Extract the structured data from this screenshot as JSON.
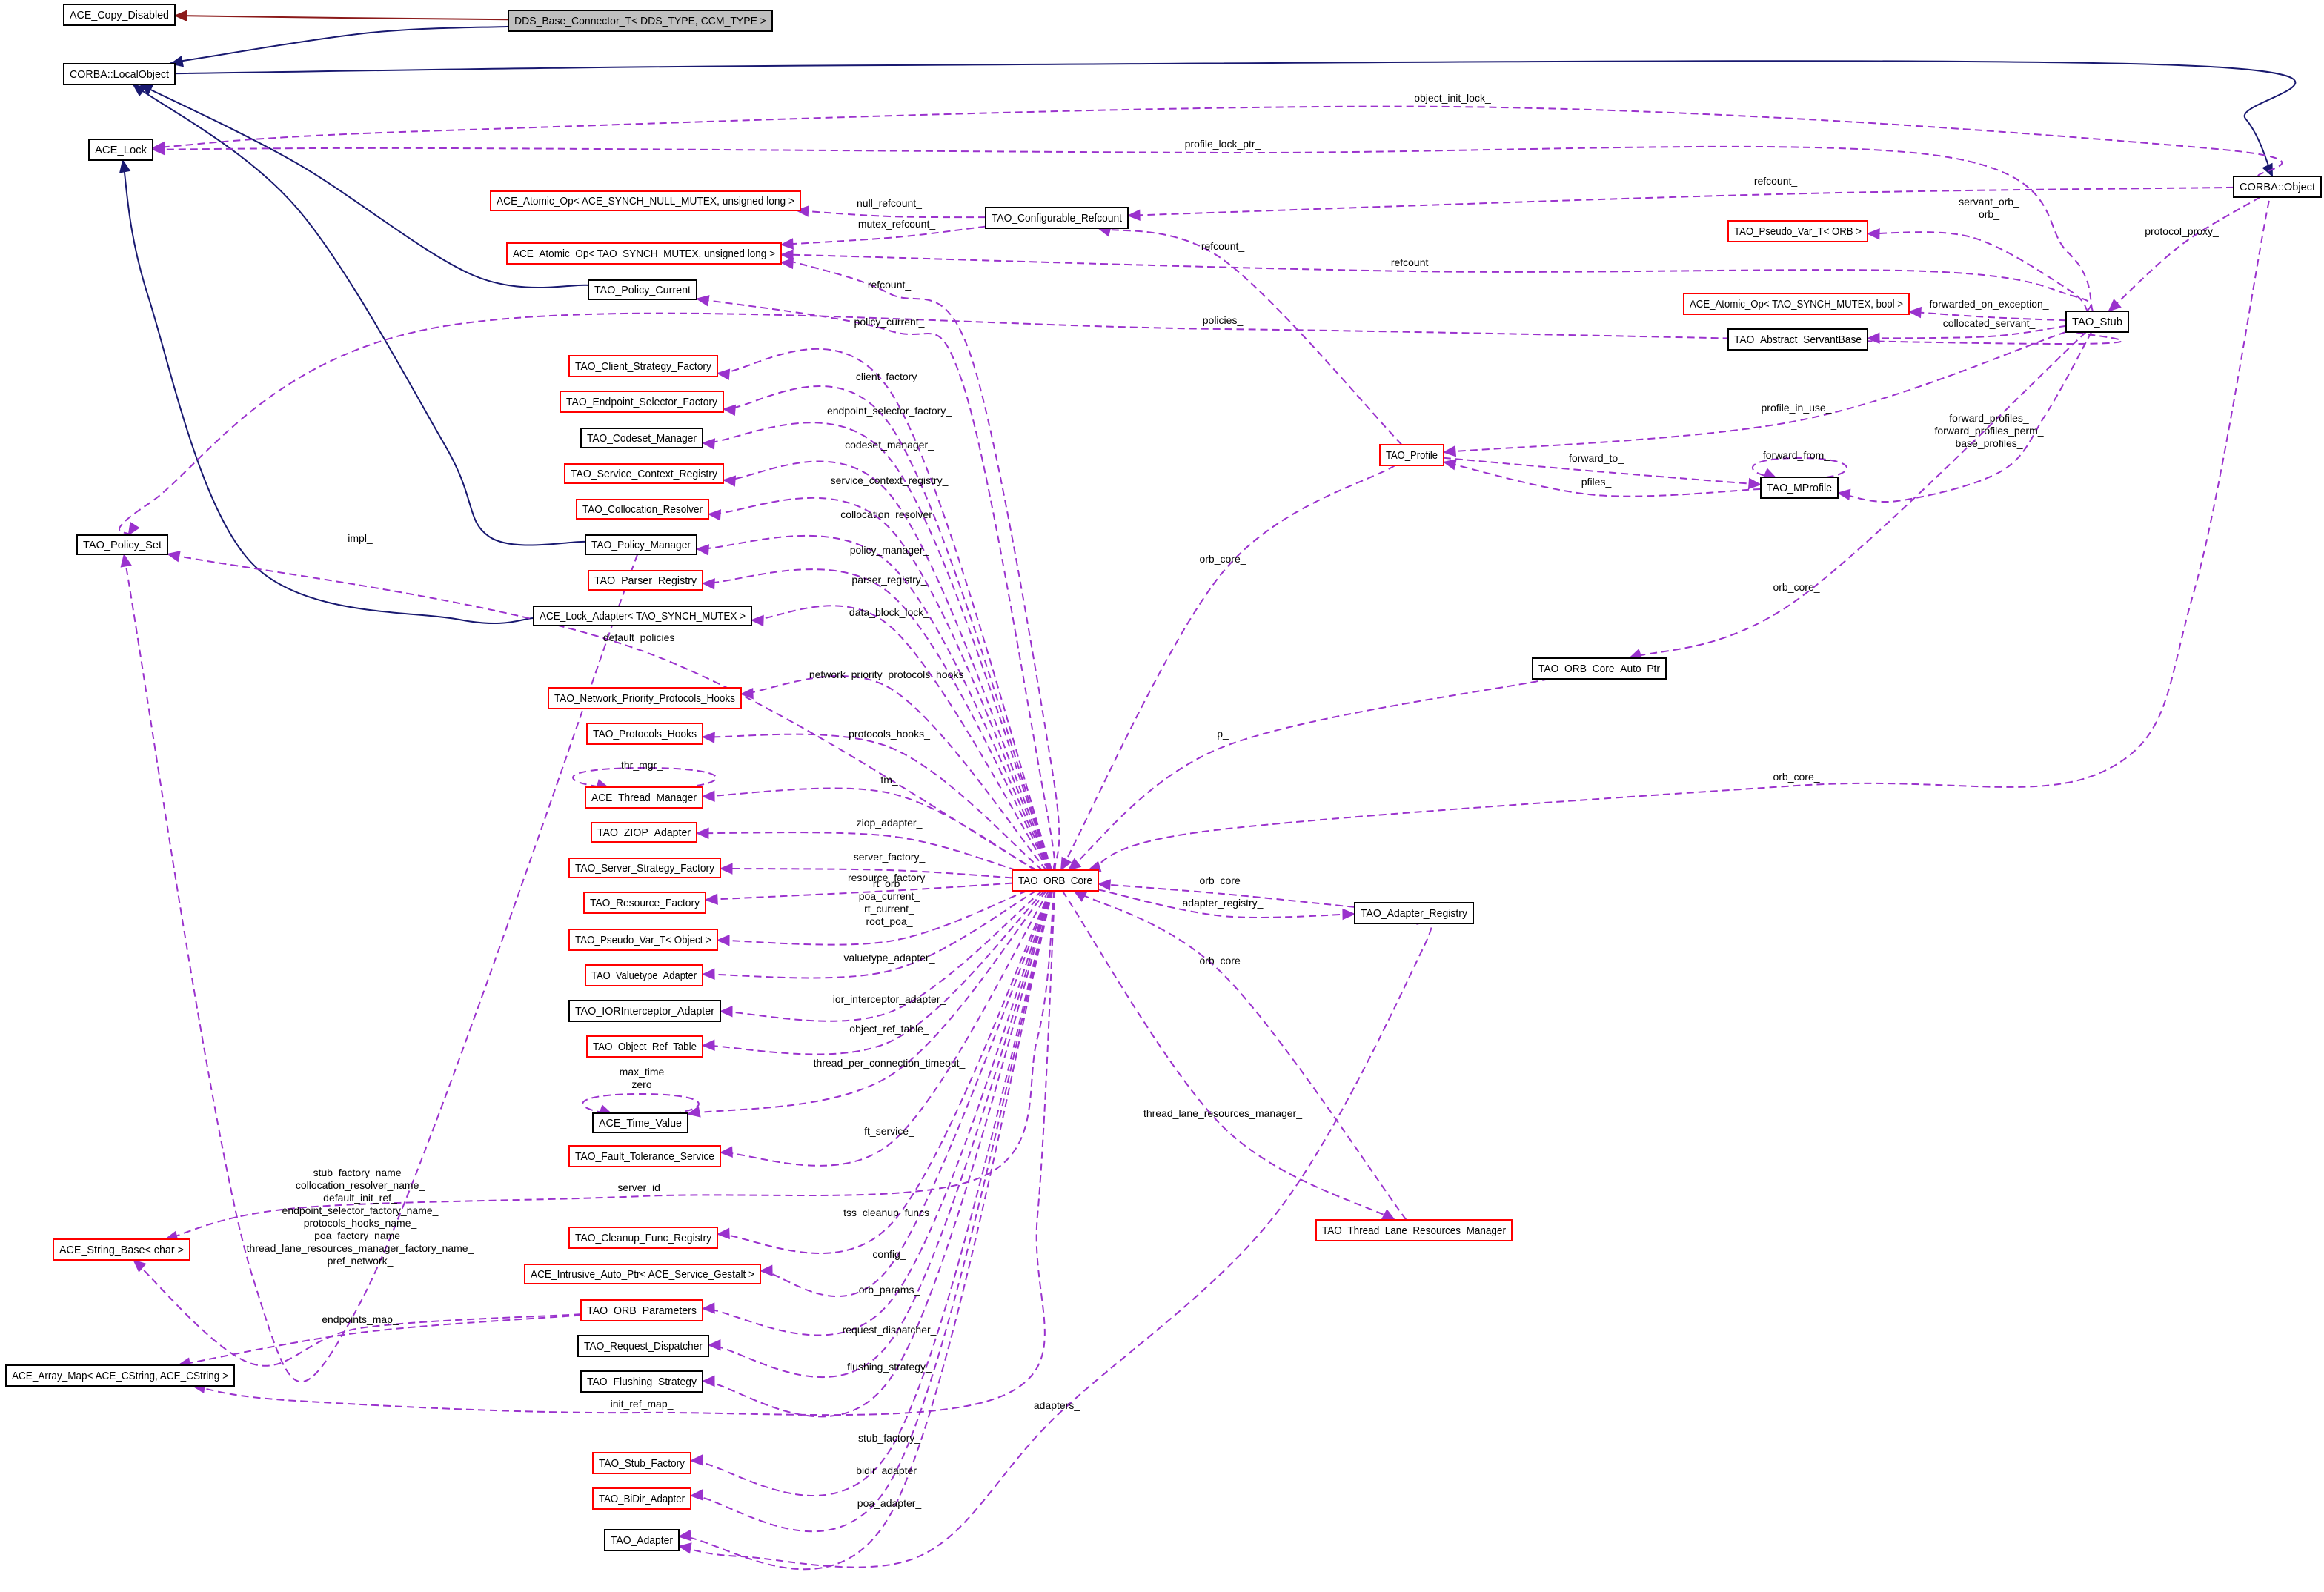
{
  "title": "DDS_Base_Connector_T< DDS_TYPE, CCM_TYPE > collaboration graph",
  "colors": {
    "member_edge": "#9a32cd",
    "inheritance_edge": "#191970",
    "private_inheritance_edge": "#8b1a1a",
    "focus_fill": "#bfbfbf",
    "incomplete_border": "#ff0000",
    "normal_border": "#000000"
  },
  "nodes": [
    {
      "id": "copy_disabled",
      "label": "ACE_Copy_Disabled",
      "style": "normal"
    },
    {
      "id": "dds",
      "label": "DDS_Base_Connector_T< DDS_TYPE, CCM_TYPE >",
      "style": "focus"
    },
    {
      "id": "localobject",
      "label": "CORBA::LocalObject",
      "style": "normal"
    },
    {
      "id": "ace_lock",
      "label": "ACE_Lock",
      "style": "normal"
    },
    {
      "id": "atomic_null",
      "label": "ACE_Atomic_Op< ACE_SYNCH_NULL_MUTEX, unsigned long >",
      "style": "red"
    },
    {
      "id": "atomic_tao",
      "label": "ACE_Atomic_Op< TAO_SYNCH_MUTEX, unsigned long >",
      "style": "red"
    },
    {
      "id": "policy_current",
      "label": "TAO_Policy_Current",
      "style": "normal"
    },
    {
      "id": "client_strategy",
      "label": "TAO_Client_Strategy_Factory",
      "style": "red"
    },
    {
      "id": "endpoint_selector",
      "label": "TAO_Endpoint_Selector_Factory",
      "style": "red"
    },
    {
      "id": "codeset_manager",
      "label": "TAO_Codeset_Manager",
      "style": "normal"
    },
    {
      "id": "service_context",
      "label": "TAO_Service_Context_Registry",
      "style": "red"
    },
    {
      "id": "collocation_resolver",
      "label": "TAO_Collocation_Resolver",
      "style": "red"
    },
    {
      "id": "policy_set",
      "label": "TAO_Policy_Set",
      "style": "normal"
    },
    {
      "id": "policy_manager",
      "label": "TAO_Policy_Manager",
      "style": "normal"
    },
    {
      "id": "parser_registry",
      "label": "TAO_Parser_Registry",
      "style": "red"
    },
    {
      "id": "lock_adapter",
      "label": "ACE_Lock_Adapter< TAO_SYNCH_MUTEX >",
      "style": "normal"
    },
    {
      "id": "net_prio_hooks",
      "label": "TAO_Network_Priority_Protocols_Hooks",
      "style": "red"
    },
    {
      "id": "protocols_hooks",
      "label": "TAO_Protocols_Hooks",
      "style": "red"
    },
    {
      "id": "thread_manager",
      "label": "ACE_Thread_Manager",
      "style": "red"
    },
    {
      "id": "ziop_adapter",
      "label": "TAO_ZIOP_Adapter",
      "style": "red"
    },
    {
      "id": "server_strategy",
      "label": "TAO_Server_Strategy_Factory",
      "style": "red"
    },
    {
      "id": "resource_factory",
      "label": "TAO_Resource_Factory",
      "style": "red"
    },
    {
      "id": "pvar_object",
      "label": "TAO_Pseudo_Var_T< Object >",
      "style": "red"
    },
    {
      "id": "valuetype_adapter",
      "label": "TAO_Valuetype_Adapter",
      "style": "red"
    },
    {
      "id": "ior_interceptor",
      "label": "TAO_IORInterceptor_Adapter",
      "style": "normal"
    },
    {
      "id": "object_ref_table",
      "label": "TAO_Object_Ref_Table",
      "style": "red"
    },
    {
      "id": "time_value",
      "label": "ACE_Time_Value",
      "style": "normal"
    },
    {
      "id": "fault_tolerance",
      "label": "TAO_Fault_Tolerance_Service",
      "style": "red"
    },
    {
      "id": "string_base",
      "label": "ACE_String_Base< char >",
      "style": "red"
    },
    {
      "id": "cleanup_func",
      "label": "TAO_Cleanup_Func_Registry",
      "style": "red"
    },
    {
      "id": "intrusive_ptr",
      "label": "ACE_Intrusive_Auto_Ptr< ACE_Service_Gestalt >",
      "style": "red"
    },
    {
      "id": "orb_params",
      "label": "TAO_ORB_Parameters",
      "style": "red"
    },
    {
      "id": "array_map",
      "label": "ACE_Array_Map< ACE_CString, ACE_CString >",
      "style": "normal"
    },
    {
      "id": "request_dispatcher",
      "label": "TAO_Request_Dispatcher",
      "style": "normal"
    },
    {
      "id": "flushing_strategy",
      "label": "TAO_Flushing_Strategy",
      "style": "normal"
    },
    {
      "id": "stub_factory",
      "label": "TAO_Stub_Factory",
      "style": "red"
    },
    {
      "id": "bidir_adapter",
      "label": "TAO_BiDir_Adapter",
      "style": "red"
    },
    {
      "id": "tao_adapter",
      "label": "TAO_Adapter",
      "style": "normal"
    },
    {
      "id": "orb_core",
      "label": "TAO_ORB_Core",
      "style": "red"
    },
    {
      "id": "cref",
      "label": "TAO_Configurable_Refcount",
      "style": "normal"
    },
    {
      "id": "pvar_orb",
      "label": "TAO_Pseudo_Var_T< ORB >",
      "style": "red"
    },
    {
      "id": "atomic_bool",
      "label": "ACE_Atomic_Op< TAO_SYNCH_MUTEX, bool >",
      "style": "red"
    },
    {
      "id": "abstract_servant",
      "label": "TAO_Abstract_ServantBase",
      "style": "normal"
    },
    {
      "id": "stub",
      "label": "TAO_Stub",
      "style": "normal"
    },
    {
      "id": "corba_object",
      "label": "CORBA::Object",
      "style": "normal"
    },
    {
      "id": "profile",
      "label": "TAO_Profile",
      "style": "red"
    },
    {
      "id": "mprofile",
      "label": "TAO_MProfile",
      "style": "normal"
    },
    {
      "id": "orb_auto",
      "label": "TAO_ORB_Core_Auto_Ptr",
      "style": "normal"
    },
    {
      "id": "adapter_registry",
      "label": "TAO_Adapter_Registry",
      "style": "normal"
    },
    {
      "id": "thread_lane",
      "label": "TAO_Thread_Lane_Resources_Manager",
      "style": "red"
    }
  ],
  "edges": [
    {
      "from": "dds",
      "to": "copy_disabled",
      "kind": "private_inheritance",
      "label": []
    },
    {
      "from": "dds",
      "to": "localobject",
      "kind": "inheritance",
      "label": []
    },
    {
      "from": "localobject",
      "to": "corba_object",
      "kind": "inheritance",
      "label": []
    },
    {
      "from": "policy_current",
      "to": "localobject",
      "kind": "inheritance",
      "label": []
    },
    {
      "from": "policy_manager",
      "to": "localobject",
      "kind": "inheritance",
      "label": []
    },
    {
      "from": "lock_adapter",
      "to": "ace_lock",
      "kind": "inheritance",
      "label": []
    },
    {
      "from": "corba_object",
      "to": "ace_lock",
      "kind": "member",
      "label": [
        "object_init_lock_"
      ]
    },
    {
      "from": "stub",
      "to": "ace_lock",
      "kind": "member",
      "label": [
        "profile_lock_ptr_"
      ]
    },
    {
      "from": "corba_object",
      "to": "cref",
      "kind": "member",
      "label": [
        "refcount_"
      ]
    },
    {
      "from": "cref",
      "to": "atomic_null",
      "kind": "member",
      "label": [
        "null_refcount_"
      ]
    },
    {
      "from": "cref",
      "to": "atomic_tao",
      "kind": "member",
      "label": [
        "mutex_refcount_"
      ]
    },
    {
      "from": "profile",
      "to": "cref",
      "kind": "member",
      "label": [
        "refcount_"
      ]
    },
    {
      "from": "stub",
      "to": "atomic_tao",
      "kind": "member",
      "label": [
        "refcount_"
      ]
    },
    {
      "from": "orb_core",
      "to": "atomic_tao",
      "kind": "member",
      "label": [
        "refcount_"
      ]
    },
    {
      "from": "orb_core",
      "to": "policy_current",
      "kind": "member",
      "label": [
        "policy_current_"
      ]
    },
    {
      "from": "stub",
      "to": "policy_set",
      "kind": "member",
      "label": [
        "policies_"
      ]
    },
    {
      "from": "stub",
      "to": "pvar_orb",
      "kind": "member",
      "label": [
        "servant_orb_",
        "orb_"
      ]
    },
    {
      "from": "corba_object",
      "to": "stub",
      "kind": "member",
      "label": [
        "protocol_proxy_"
      ]
    },
    {
      "from": "stub",
      "to": "atomic_bool",
      "kind": "member",
      "label": [
        "forwarded_on_exception_"
      ]
    },
    {
      "from": "stub",
      "to": "abstract_servant",
      "kind": "member",
      "label": [
        "collocated_servant_"
      ]
    },
    {
      "from": "stub",
      "to": "profile",
      "kind": "member",
      "label": [
        "profile_in_use_"
      ]
    },
    {
      "from": "stub",
      "to": "mprofile",
      "kind": "member",
      "label": [
        "forward_profiles_",
        "forward_profiles_perm_",
        "base_profiles_"
      ]
    },
    {
      "from": "mprofile",
      "to": "mprofile",
      "kind": "member",
      "label": [
        "forward_from_"
      ]
    },
    {
      "from": "profile",
      "to": "mprofile",
      "kind": "member",
      "label": [
        "forward_to_"
      ]
    },
    {
      "from": "mprofile",
      "to": "profile",
      "kind": "member",
      "label": [
        "pfiles_"
      ]
    },
    {
      "from": "profile",
      "to": "orb_core",
      "kind": "member",
      "label": [
        "orb_core_"
      ]
    },
    {
      "from": "stub",
      "to": "orb_auto",
      "kind": "member",
      "label": [
        "orb_core_"
      ]
    },
    {
      "from": "orb_auto",
      "to": "orb_core",
      "kind": "member",
      "label": [
        "p_"
      ]
    },
    {
      "from": "corba_object",
      "to": "orb_core",
      "kind": "member",
      "label": [
        "orb_core_"
      ]
    },
    {
      "from": "adapter_registry",
      "to": "orb_core",
      "kind": "member",
      "label": [
        "orb_core_"
      ]
    },
    {
      "from": "orb_core",
      "to": "adapter_registry",
      "kind": "member",
      "label": [
        "adapter_registry_"
      ]
    },
    {
      "from": "thread_lane",
      "to": "orb_core",
      "kind": "member",
      "label": [
        "orb_core_"
      ]
    },
    {
      "from": "orb_core",
      "to": "thread_lane",
      "kind": "member",
      "label": [
        "thread_lane_resources_manager_"
      ]
    },
    {
      "from": "adapter_registry",
      "to": "tao_adapter",
      "kind": "member",
      "label": [
        "adapters_"
      ]
    },
    {
      "from": "orb_core",
      "to": "client_strategy",
      "kind": "member",
      "label": [
        "client_factory_"
      ]
    },
    {
      "from": "orb_core",
      "to": "endpoint_selector",
      "kind": "member",
      "label": [
        "endpoint_selector_factory_"
      ]
    },
    {
      "from": "orb_core",
      "to": "codeset_manager",
      "kind": "member",
      "label": [
        "codeset_manager_"
      ]
    },
    {
      "from": "orb_core",
      "to": "service_context",
      "kind": "member",
      "label": [
        "service_context_registry_"
      ]
    },
    {
      "from": "orb_core",
      "to": "collocation_resolver",
      "kind": "member",
      "label": [
        "collocation_resolver_"
      ]
    },
    {
      "from": "orb_core",
      "to": "policy_manager",
      "kind": "member",
      "label": [
        "policy_manager_"
      ]
    },
    {
      "from": "orb_core",
      "to": "parser_registry",
      "kind": "member",
      "label": [
        "parser_registry_"
      ]
    },
    {
      "from": "orb_core",
      "to": "lock_adapter",
      "kind": "member",
      "label": [
        "data_block_lock_"
      ]
    },
    {
      "from": "orb_core",
      "to": "policy_set",
      "kind": "member",
      "label": [
        "default_policies_"
      ]
    },
    {
      "from": "orb_core",
      "to": "net_prio_hooks",
      "kind": "member",
      "label": [
        "network_priority_protocols_hooks_"
      ]
    },
    {
      "from": "orb_core",
      "to": "protocols_hooks",
      "kind": "member",
      "label": [
        "protocols_hooks_"
      ]
    },
    {
      "from": "orb_core",
      "to": "thread_manager",
      "kind": "member",
      "label": [
        "tm_"
      ]
    },
    {
      "from": "thread_manager",
      "to": "thread_manager",
      "kind": "member",
      "label": [
        "thr_mgr_"
      ]
    },
    {
      "from": "orb_core",
      "to": "ziop_adapter",
      "kind": "member",
      "label": [
        "ziop_adapter_"
      ]
    },
    {
      "from": "orb_core",
      "to": "server_strategy",
      "kind": "member",
      "label": [
        "server_factory_"
      ]
    },
    {
      "from": "orb_core",
      "to": "resource_factory",
      "kind": "member",
      "label": [
        "resource_factory_"
      ]
    },
    {
      "from": "orb_core",
      "to": "pvar_object",
      "kind": "member",
      "label": [
        "rt_orb_",
        "poa_current_",
        "rt_current_",
        "root_poa_"
      ]
    },
    {
      "from": "orb_core",
      "to": "valuetype_adapter",
      "kind": "member",
      "label": [
        "valuetype_adapter_"
      ]
    },
    {
      "from": "orb_core",
      "to": "ior_interceptor",
      "kind": "member",
      "label": [
        "ior_interceptor_adapter_"
      ]
    },
    {
      "from": "orb_core",
      "to": "object_ref_table",
      "kind": "member",
      "label": [
        "object_ref_table_"
      ]
    },
    {
      "from": "orb_core",
      "to": "time_value",
      "kind": "member",
      "label": [
        "thread_per_connection_timeout_"
      ]
    },
    {
      "from": "time_value",
      "to": "time_value",
      "kind": "member",
      "label": [
        "max_time",
        "zero"
      ]
    },
    {
      "from": "orb_core",
      "to": "fault_tolerance",
      "kind": "member",
      "label": [
        "ft_service_"
      ]
    },
    {
      "from": "orb_core",
      "to": "string_base",
      "kind": "member",
      "label": [
        "server_id_"
      ]
    },
    {
      "from": "orb_core",
      "to": "cleanup_func",
      "kind": "member",
      "label": [
        "tss_cleanup_funcs_"
      ]
    },
    {
      "from": "orb_core",
      "to": "intrusive_ptr",
      "kind": "member",
      "label": [
        "config_"
      ]
    },
    {
      "from": "orb_core",
      "to": "orb_params",
      "kind": "member",
      "label": [
        "orb_params_"
      ]
    },
    {
      "from": "orb_core",
      "to": "request_dispatcher",
      "kind": "member",
      "label": [
        "request_dispatcher_"
      ]
    },
    {
      "from": "orb_core",
      "to": "flushing_strategy",
      "kind": "member",
      "label": [
        "flushing_strategy_"
      ]
    },
    {
      "from": "orb_core",
      "to": "array_map",
      "kind": "member",
      "label": [
        "init_ref_map_"
      ]
    },
    {
      "from": "orb_core",
      "to": "stub_factory",
      "kind": "member",
      "label": [
        "stub_factory_"
      ]
    },
    {
      "from": "orb_core",
      "to": "bidir_adapter",
      "kind": "member",
      "label": [
        "bidir_adapter_"
      ]
    },
    {
      "from": "orb_core",
      "to": "tao_adapter",
      "kind": "member",
      "label": [
        "poa_adapter_"
      ]
    },
    {
      "from": "policy_manager",
      "to": "policy_set",
      "kind": "member",
      "label": [
        "impl_"
      ]
    },
    {
      "from": "orb_params",
      "to": "string_base",
      "kind": "member",
      "label": [
        "stub_factory_name_",
        "collocation_resolver_name_",
        "default_init_ref_",
        "endpoint_selector_factory_name_",
        "protocols_hooks_name_",
        "poa_factory_name_",
        "thread_lane_resources_manager_factory_name_",
        "pref_network_"
      ]
    },
    {
      "from": "orb_params",
      "to": "array_map",
      "kind": "member",
      "label": [
        "endpoints_map_"
      ]
    }
  ]
}
